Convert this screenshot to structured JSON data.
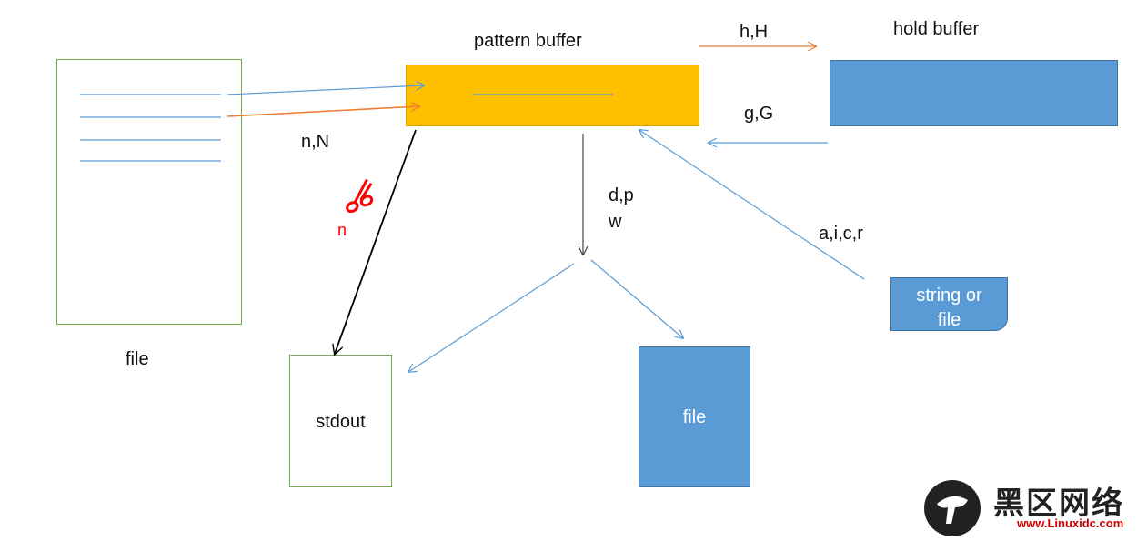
{
  "labels": {
    "pattern_buffer": "pattern buffer",
    "hold_buffer": "hold buffer",
    "h_H": "h,H",
    "g_G": "g,G",
    "n_N": "n,N",
    "d_p": "d,p",
    "w": "w",
    "a_i_c_r": "a,i,c,r",
    "file_input": "file",
    "scissors_n": "n"
  },
  "nodes": {
    "stdout": "stdout",
    "file_output": "file",
    "string_or_file_line1": "string or",
    "string_or_file_line2": "file"
  },
  "watermark": {
    "cn": "黑区网络",
    "site": "www.Linuxidc.com"
  },
  "colors": {
    "pattern_buffer": "#ffc000",
    "hold_buffer": "#5b9bd5",
    "doc_border": "#70ad47",
    "blue_arrow": "#5b9bd5",
    "orange_arrow": "#ed7d31",
    "scissors": "#ff0000"
  }
}
